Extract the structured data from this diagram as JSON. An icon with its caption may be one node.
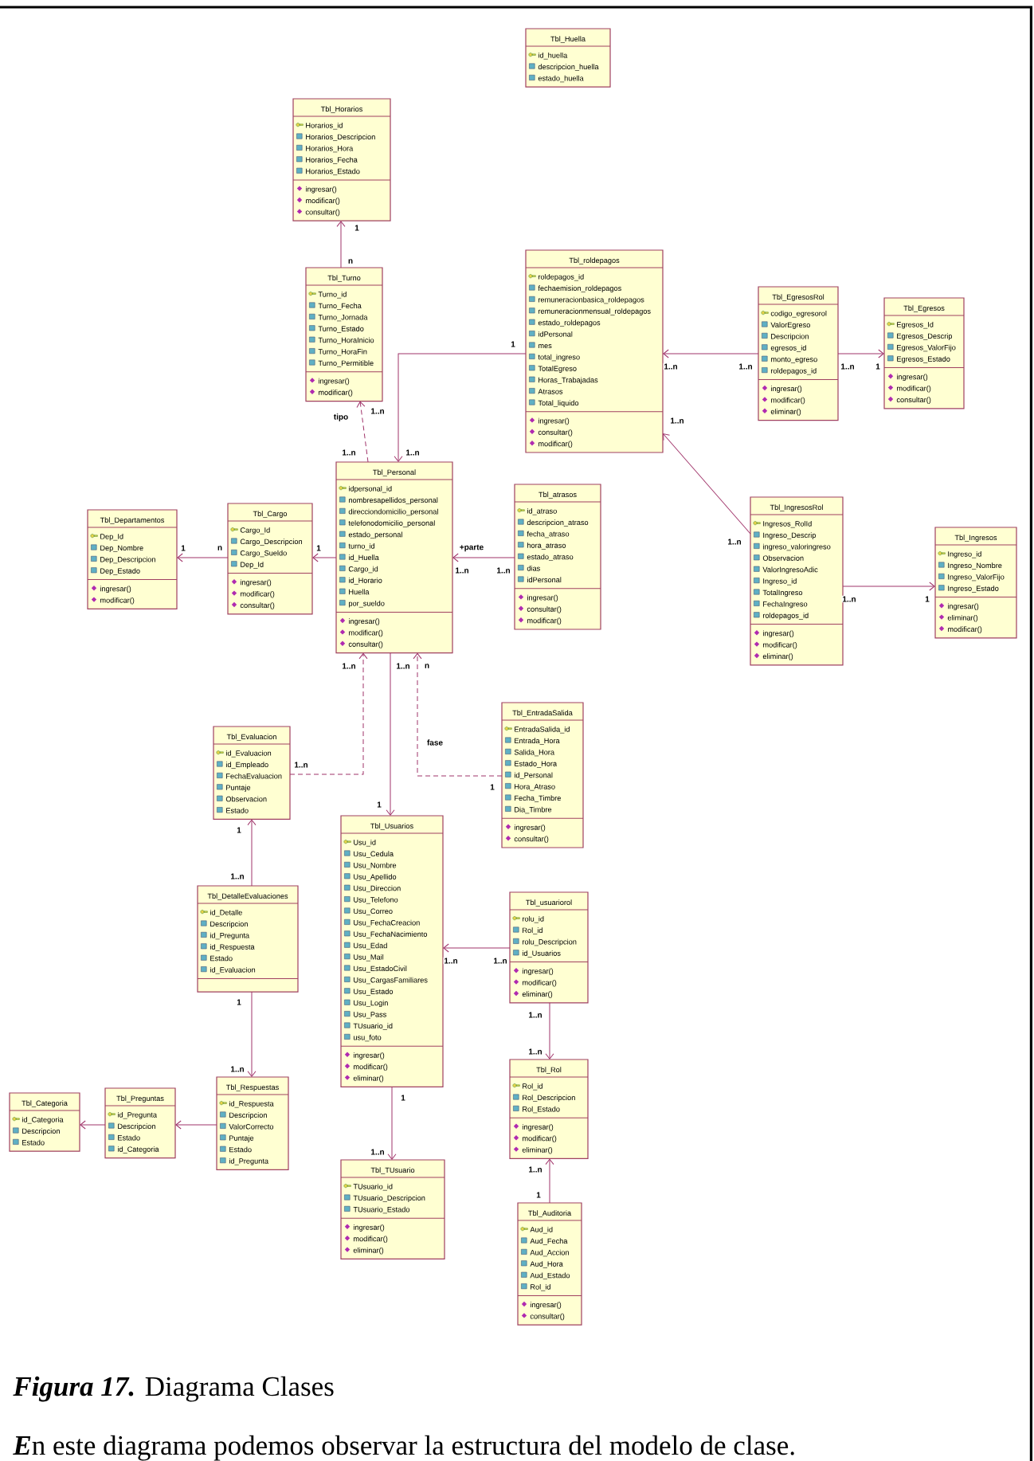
{
  "diagram": {
    "caption": "**Figura 17.** Diagrama Clases",
    "nodes": [
      {
        "text": [
          "Tbl_Huella",
          "id_huella",
          "descripcion_huella",
          "estado_huella"
        ]
      },
      {
        "text": [
          "Tbl_Horarios",
          "Horarios_id",
          "Horarios_Descripcion",
          "Horarios_Hora",
          "Horarios_Fecha",
          "Horarios_Estado",
          "ingresar()",
          "modificar()",
          "consultar()"
        ]
      },
      {
        "text": [
          "Tbl_Turno",
          "Turno_id",
          "Turno_Fecha",
          "Turno_Jornada",
          "Turno_Estado",
          "Turno_HoraInicio",
          "Turno_HoraFin",
          "Turno_Permitible",
          "ingresar()",
          "modificar()"
        ]
      },
      {
        "text": [
          "Tbl_roldepagos",
          "roldepagos_id",
          "fechaemision_roldepagos",
          "remuneracionbasica_roldepagos",
          "remuneracionmensual_roldepagos",
          "estado_roldepagos",
          "idPersonal",
          "mes",
          "total_ingreso",
          "TotalEgreso",
          "Horas_Trabajadas",
          "Atrasos",
          "Total_liquido",
          "ingresar()",
          "consultar()",
          "modificar()"
        ]
      },
      {
        "text": [
          "Tbl_EgresosRol",
          "codigo_egresorol",
          "ValorEgreso",
          "Descripcion",
          "egresos_id",
          "monto_egreso",
          "roldepagos_id",
          "ingresar()",
          "modificar()",
          "eliminar()"
        ]
      },
      {
        "text": [
          "Tbl_Egresos",
          "Egresos_Id",
          "Egresos_Descrip",
          "Egresos_ValorFijo",
          "Egresos_Estado",
          "ingresar()",
          "modificar()",
          "consultar()"
        ]
      },
      {
        "text": [
          "Tbl_Departamentos",
          "Dep_Id",
          "Dep_Nombre",
          "Dep_Descripcion",
          "Dep_Estado",
          "ingresar()",
          "modificar()"
        ]
      },
      {
        "text": [
          "Tbl_Cargo",
          "Cargo_Id",
          "Cargo_Descripcion",
          "Cargo_Sueldo",
          "Dep_Id",
          "ingresar()",
          "modificar()",
          "consultar()"
        ]
      },
      {
        "text": [
          "Tbl_Personal",
          "idpersonal_id",
          "nombresapellidos_personal",
          "direcciondomicilio_personal",
          "telefonodomicilio_personal",
          "estado_personal",
          "turno_id",
          "id_Huella",
          "Cargo_id",
          "id_Horario",
          "Huella",
          "por_sueldo",
          "ingresar()",
          "modificar()",
          "consultar()"
        ]
      },
      {
        "text": [
          "Tbl_atrasos",
          "id_atraso",
          "descripcion_atraso",
          "fecha_atraso",
          "hora_atraso",
          "estado_atraso",
          "dias",
          "idPersonal",
          "ingresar()",
          "consultar()",
          "modificar()"
        ]
      },
      {
        "text": [
          "Tbl_IngresosRol",
          "Ingresos_RolId",
          "Ingreso_Descrip",
          "ingreso_valoringreso",
          "Observacion",
          "ValorIngresoAdic",
          "Ingreso_id",
          "TotalIngreso",
          "FechaIngreso",
          "roldepagos_id",
          "ingresar()",
          "modificar()",
          "eliminar()"
        ]
      },
      {
        "text": [
          "Tbl_Ingresos",
          "Ingreso_id",
          "Ingreso_Nombre",
          "Ingreso_ValorFijo",
          "Ingreso_Estado",
          "ingresar()",
          "eliminar()",
          "modificar()"
        ]
      },
      {
        "text": [
          "Tbl_Evaluacion",
          "id_Evaluacion",
          "id_Empleado",
          "FechaEvaluacion",
          "Puntaje",
          "Observacion",
          "Estado"
        ]
      },
      {
        "text": [
          "Tbl_EntradaSalida",
          "EntradaSalida_id",
          "Entrada_Hora",
          "Salida_Hora",
          "Estado_Hora",
          "id_Personal",
          "Hora_Atraso",
          "Fecha_Timbre",
          "Dia_Timbre",
          "ingresar()",
          "consultar()"
        ]
      },
      {
        "text": [
          "Tbl_Usuarios",
          "Usu_id",
          "Usu_Cedula",
          "Usu_Nombre",
          "Usu_Apellido",
          "Usu_Direccion",
          "Usu_Telefono",
          "Usu_Correo",
          "Usu_FechaCreacion",
          "Usu_FechaNacimiento",
          "Usu_Edad",
          "Usu_Mail",
          "Usu_EstadoCivil",
          "Usu_CargasFamiliares",
          "Usu_Estado",
          "Usu_Login",
          "Usu_Pass",
          "TUsuario_id",
          "usu_foto",
          "ingresar()",
          "modificar()",
          "eliminar()"
        ]
      },
      {
        "text": [
          "Tbl_DetalleEvaluaciones",
          "id_Detalle",
          "Descripcion",
          "id_Pregunta",
          "id_Respuesta",
          "Estado",
          "id_Evaluacion"
        ]
      },
      {
        "text": [
          "Tbl_usuariorol",
          "rolu_id",
          "Rol_id",
          "rolu_Descripcion",
          "id_Usuarios",
          "ingresar()",
          "modificar()",
          "eliminar()"
        ]
      },
      {
        "text": [
          "Tbl_Categoria",
          "id_Categoria",
          "Descripcion",
          "Estado"
        ]
      },
      {
        "text": [
          "Tbl_Preguntas",
          "id_Pregunta",
          "Descripcion",
          "Estado",
          "id_Categoria"
        ]
      },
      {
        "text": [
          "Tbl_Respuestas",
          "id_Respuesta",
          "Descripcion",
          "ValorCorrecto",
          "Puntaje",
          "Estado",
          "id_Pregunta"
        ]
      },
      {
        "text": [
          "Tbl_Rol",
          "Rol_id",
          "Rol_Descripcion",
          "Rol_Estado",
          "ingresar()",
          "modificar()",
          "eliminar()"
        ]
      },
      {
        "text": [
          "Tbl_TUsuario",
          "TUsuario_id",
          "TUsuario_Descripcion",
          "TUsuario_Estado",
          "ingresar()",
          "modificar()",
          "eliminar()"
        ]
      },
      {
        "text": [
          "Tbl_Auditoria",
          "Aud_id",
          "Aud_Fecha",
          "Aud_Accion",
          "Aud_Hora",
          "Aud_Estado",
          "Rol_id",
          "ingresar()",
          "consultar()"
        ]
      }
    ],
    "edges": [
      {
        "from": 2,
        "to": 1,
        "arrow": "to"
      },
      {
        "from": 4,
        "to": 3,
        "arrow": "to"
      },
      {
        "from": 4,
        "to": 5,
        "arrow": "to"
      },
      {
        "from": 3,
        "to": 8,
        "arrow": "to"
      },
      {
        "from": 8,
        "to": 2,
        "arrow": "to",
        "style": "dashed"
      },
      {
        "from": 7,
        "to": 6,
        "arrow": "to"
      },
      {
        "from": 8,
        "to": 7,
        "arrow": "to"
      },
      {
        "from": 9,
        "to": 8,
        "arrow": "to"
      },
      {
        "from": 10,
        "to": 3,
        "arrow": "to"
      },
      {
        "from": 10,
        "to": 11,
        "arrow": "to"
      },
      {
        "from": 12,
        "to": 8,
        "arrow": "to",
        "style": "dashed"
      },
      {
        "from": 13,
        "to": 8,
        "arrow": "to",
        "style": "dashed"
      },
      {
        "from": 8,
        "to": 14,
        "arrow": "to"
      },
      {
        "from": 15,
        "to": 12,
        "arrow": "to"
      },
      {
        "from": 16,
        "to": 14,
        "arrow": "to"
      },
      {
        "from": 15,
        "to": 19,
        "arrow": "to"
      },
      {
        "from": 16,
        "to": 20,
        "arrow": "to"
      },
      {
        "from": 19,
        "to": 18,
        "arrow": "to"
      },
      {
        "from": 18,
        "to": 17,
        "arrow": "to"
      },
      {
        "from": 14,
        "to": 21,
        "arrow": "to"
      },
      {
        "from": 22,
        "to": 20,
        "arrow": "to"
      }
    ],
    "labels": [
      "1",
      "n",
      "1",
      "1..n",
      "1..n",
      "1..n",
      "1",
      "1..n",
      "tipo",
      "1..n",
      "1..n",
      "1..n",
      "1..n",
      "1",
      "n",
      "1",
      "+parte",
      "1..n",
      "1..n",
      "1..n",
      "1",
      "1..n",
      "1..n",
      "n",
      "fase",
      "1..n",
      "1",
      "1",
      "1",
      "1..n",
      "1..n",
      "1..n",
      "1",
      "1..n",
      "1..n",
      "1..n",
      "1",
      "1..n",
      "1..n",
      "1",
      "**E**n este diagrama podemos observar la estructura del modelo de clase."
    ]
  }
}
